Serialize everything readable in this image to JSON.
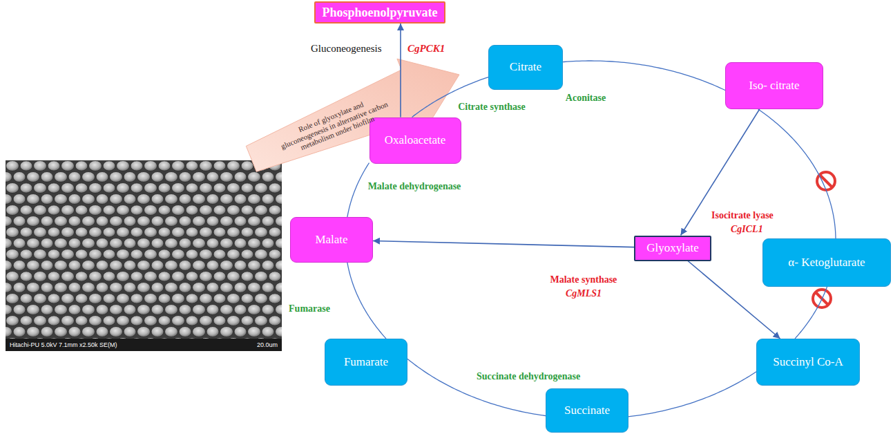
{
  "diagram": {
    "nodes": [
      {
        "text": [
          "Phosphoenolpyruvate"
        ]
      },
      {
        "text": [
          "Citrate"
        ]
      },
      {
        "text": [
          "Iso- citrate"
        ]
      },
      {
        "text": [
          "Oxaloacetate"
        ]
      },
      {
        "text": [
          "Malate"
        ]
      },
      {
        "text": [
          "Glyoxylate"
        ]
      },
      {
        "text": [
          "α- Ketoglutarate"
        ]
      },
      {
        "text": [
          "Fumarate"
        ]
      },
      {
        "text": [
          "Succinyl Co-A"
        ]
      },
      {
        "text": [
          "Succinate"
        ]
      }
    ],
    "edges": [
      {
        "from": 3,
        "to": 0,
        "arrow": "to"
      },
      {
        "from": 3,
        "to": 1,
        "arrow": "none",
        "label": "Citrate synthase"
      },
      {
        "from": 1,
        "to": 2,
        "arrow": "none",
        "label": "Aconitase"
      },
      {
        "from": 2,
        "to": 6,
        "arrow": "none"
      },
      {
        "from": 6,
        "to": 8,
        "arrow": "none"
      },
      {
        "from": 8,
        "to": 9,
        "arrow": "none"
      },
      {
        "from": 9,
        "to": 7,
        "arrow": "none",
        "label": "Succinate dehydrogenase"
      },
      {
        "from": 7,
        "to": 4,
        "arrow": "none",
        "label": "Fumarase"
      },
      {
        "from": 4,
        "to": 3,
        "arrow": "none",
        "label": "Malate dehydrogenase"
      },
      {
        "from": 2,
        "to": 5,
        "arrow": "to"
      },
      {
        "from": 5,
        "to": 4,
        "arrow": "to"
      },
      {
        "from": 5,
        "to": 8,
        "arrow": "to"
      }
    ],
    "labels": [
      "Role of glyoxylate and gluconeogenesis in alternative carbon metabolism under biofilm",
      "Gluconeogenesis",
      "CgPCK1",
      "Isocitrate lyase",
      "CgICL1",
      "Malate synthase",
      "CgMLS1",
      "Hitachi-PU 5.0kV 7.1mm x2.50k SE(M)",
      "20.0um"
    ]
  }
}
